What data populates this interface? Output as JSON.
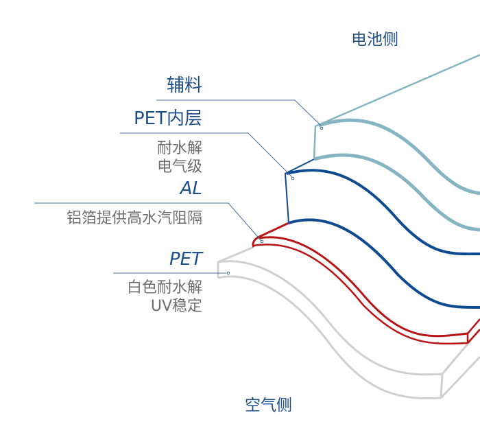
{
  "sides": {
    "top": "电池侧",
    "bottom": "空气侧"
  },
  "layers": [
    {
      "title": "辅料",
      "desc": [],
      "color": "#85b5c2"
    },
    {
      "title": "PET内层",
      "desc": [
        "耐水解",
        "电气级"
      ],
      "color": "#0d4a91"
    },
    {
      "title": "AL",
      "desc": [
        "铝箔提供高水汽阻隔"
      ],
      "color": "#b81416"
    },
    {
      "title": "PET",
      "desc": [
        "白色耐水解",
        "UV稳定"
      ],
      "color": "#cfcfcf"
    }
  ]
}
